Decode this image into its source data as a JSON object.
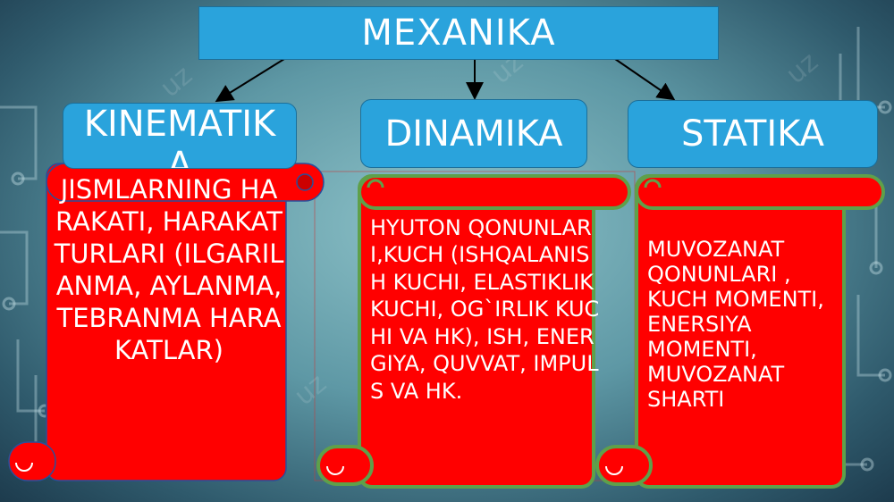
{
  "title": "MEXANIKA",
  "branches": [
    {
      "label": "KINEMATIKA",
      "description": "JISMLARNING HARAKATI, HARAKAT TURLARI (ILGARILANMA, AYLANMA,TEBRANMA HARAKATLAR)"
    },
    {
      "label": "DINAMIKA",
      "description": "HYUTON QONUNLARI,KUCH (ISHQALANISH KUCHI, ELASTIKLIK KUCHI, OG`IRLIK KUCHI VA HK), ISH, ENERGIYA, QUVVAT, IMPULS VA HK."
    },
    {
      "label": "STATIKA",
      "description": "MUVOZANAT QONUNLARI , KUCH MOMENTI, ENERSIYA MOMENTI, MUVOZANAT SHARTI"
    }
  ],
  "colors": {
    "box": "#2aa3dc",
    "scroll": "#ff0000",
    "scroll_border": "#5fa04a"
  },
  "watermark": "uz"
}
